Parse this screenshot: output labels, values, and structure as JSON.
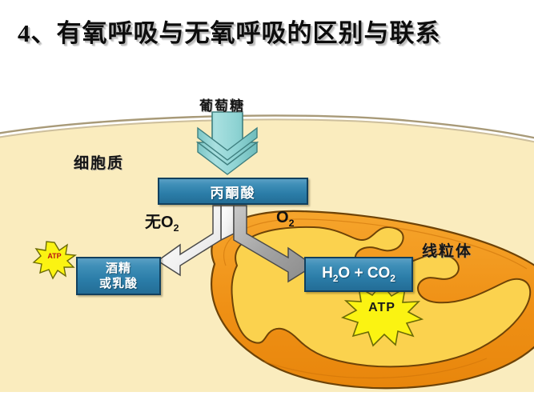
{
  "title": "4、有氧呼吸与无氧呼吸的区别与联系",
  "diagram": {
    "labels": {
      "glucose": "葡萄糖",
      "cytoplasm": "细胞质",
      "mitochondrion": "线粒体",
      "no_oxygen": "无O",
      "no_oxygen_sub": "2",
      "oxygen": "O",
      "oxygen_sub": "2"
    },
    "boxes": {
      "pyruvate": "丙酮酸",
      "anaerobic_line1": "酒精",
      "anaerobic_line2": "或乳酸",
      "aerobic_prefix": "H",
      "aerobic_sub1": "2",
      "aerobic_mid": "O + CO",
      "aerobic_sub2": "2"
    },
    "energy": {
      "atp_small": "ATP",
      "atp_big": "ATP"
    },
    "colors": {
      "cytoplasm_fill": "#faecbe",
      "membrane_line": "#9a8f72",
      "mito_outer": "#f0951c",
      "mito_matrix": "#fbd24e",
      "mito_stroke": "#7a4a08",
      "box_blue": "#2b7da8",
      "box_border": "#12405e",
      "glucose_arrow": "#8ed3d3",
      "anaerobic_arrow": "#f4f4f4",
      "aerobic_arrow": "#9d9d9d",
      "atp_yellow": "#fbf312",
      "title_text": "#0d0d0d"
    }
  }
}
